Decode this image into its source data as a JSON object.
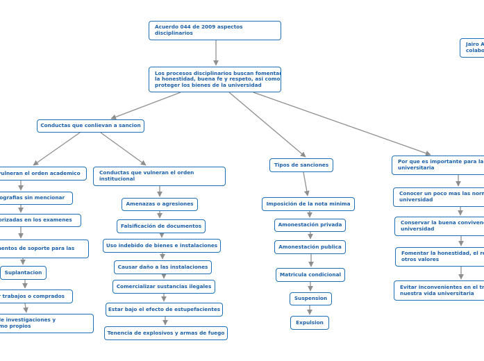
{
  "author": "Jairo A\ncolabo",
  "root": "Acuerdo 044 de 2009 aspectos\ndisciplinarios",
  "main": "Los procesos disciplinarios buscan fomentar\nla honestidad, buena fe y respeto, asi como\nproteger los bienes de la universidad",
  "branches": {
    "conductas": "Conductas que conlievan a sancion",
    "academico": {
      "title": "e vulneran el orden academico",
      "items": [
        "bliografias sin mencionar",
        "utorizadas en los examenes",
        "umentos de soporte para las",
        "Suplantacion",
        "tar trabajos o comprados",
        "s de investigaciones y\n como propios"
      ]
    },
    "institucional": {
      "title": "Conductas que vulneran el orden\ninstitucional",
      "items": [
        "Amenazas o agresiones",
        "Falsificación de documentos",
        "Uso indebido de bienes e instalaciones",
        "Causar daño a las instalaciones",
        "Comercializar sustancias ilegales",
        "Estar bajo el efecto de estupefacientes",
        "Tenencia de explosivos y armas de fuego"
      ]
    },
    "sanciones": {
      "title": "Tipos de sanciones",
      "items": [
        "Imposición de la nota minima",
        "Amonestación privada",
        "Amonestación publica",
        "Matricula condicional",
        "Suspension",
        "Expulsion"
      ]
    },
    "importancia": {
      "title": "Por que es importante para la v\nuniversitaria",
      "items": [
        "Conocer un poco mas las norma\nuniversidad",
        "Conservar la buena convivencia\nuniversidad",
        "Fomentar la honestidad, el res\notros valores",
        "Evitar inconvenientes en el tra\nnuestra vida universitaria"
      ]
    }
  },
  "colors": {
    "border": "#1d6fb8",
    "text": "#1b5fa8",
    "edge": "#8e8e8e"
  }
}
